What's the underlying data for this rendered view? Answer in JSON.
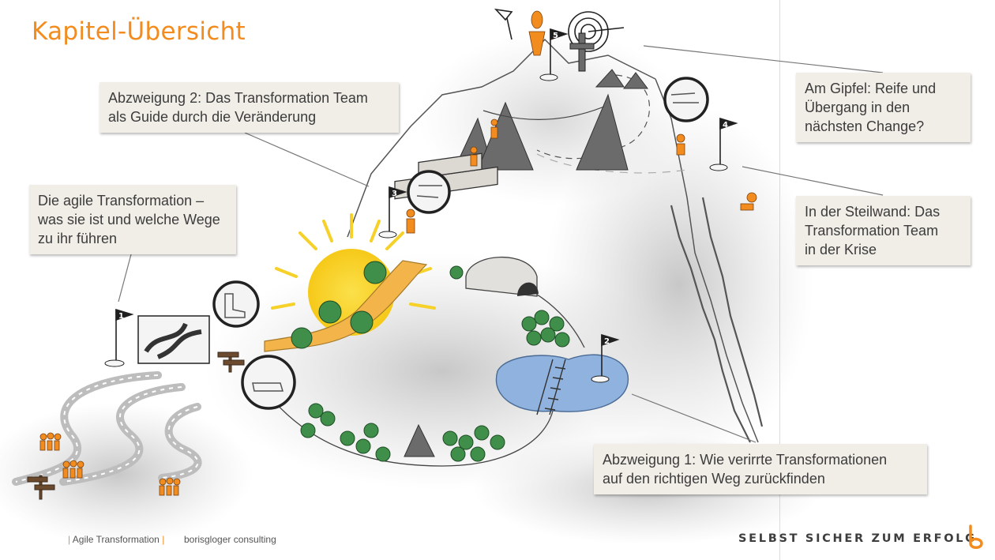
{
  "slide": {
    "title": "Kapitel-Übersicht",
    "callouts": {
      "abzweigung2": [
        "Abzweigung 2: Das Transformation Team",
        "als Guide durch die Veränderung"
      ],
      "agile": [
        "Die agile Transformation –",
        "was sie ist und welche Wege",
        "zu ihr führen"
      ],
      "gipfel": [
        "Am Gipfel: Reife und",
        "Übergang in den",
        "nächsten Change?"
      ],
      "steilwand": [
        "In der Steilwand: Das",
        "Transformation Team",
        "in der Krise"
      ],
      "abzweigung1": [
        "Abzweigung 1: Wie verirrte Transformationen",
        "auf den richtigen Weg zurückfinden"
      ]
    },
    "flags": [
      "1",
      "2",
      "3",
      "4",
      "5"
    ],
    "footer": {
      "project": "Agile Transformation",
      "company": "borisgloger consulting",
      "slogan": "SELBST SICHER ZUM ERFOLG"
    },
    "colors": {
      "accent": "#f28c1e",
      "callout_bg": "#f1eee8",
      "text": "#3c3c3c",
      "lake": "#7fa6d6",
      "sun": "#f7d21c",
      "path": "#f3b44a",
      "tree": "#3f8f4a",
      "mountain": "#6b6b6b"
    }
  }
}
